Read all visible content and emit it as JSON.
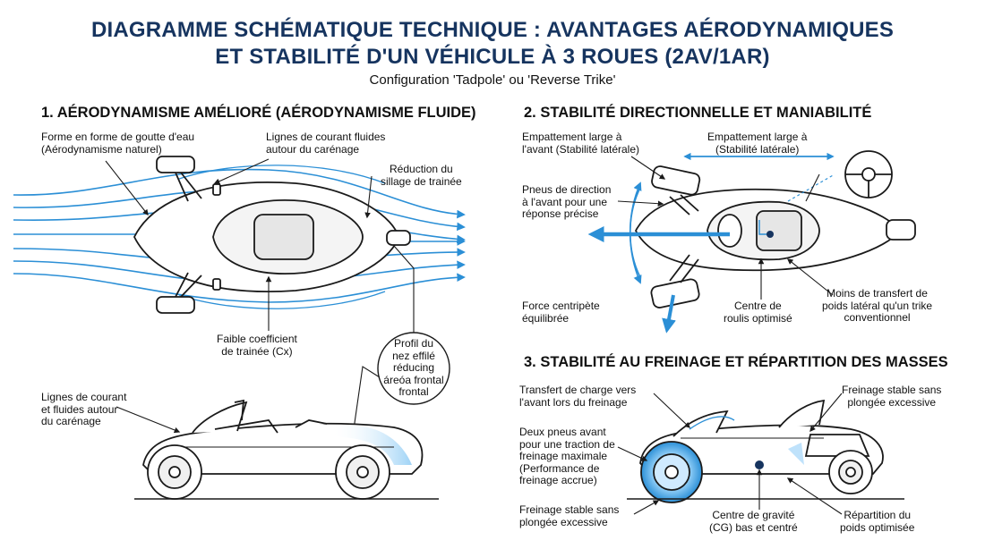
{
  "title_line1": "DIAGRAMME SCHÉMATIQUE TECHNIQUE : AVANTAGES AÉRODYNAMIQUES",
  "title_line2": "ET STABILITÉ D'UN VÉHICULE À 3 ROUES (2AV/1AR)",
  "subtitle": "Configuration 'Tadpole' ou 'Reverse Trike'",
  "section1": {
    "heading": "1. AÉRODYNAMISME AMÉLIORÉ (AÉRODYNAMISME FLUIDE)",
    "teardrop": [
      "Forme en forme de goutte d'eau",
      "(Aérodynamisme naturel)"
    ],
    "streamlines": [
      "Lignes de courant fluides",
      "autour du carénage"
    ],
    "wake": [
      "Réduction du",
      "sillage de trainée"
    ],
    "drag": [
      "Faible coefficient",
      "de trainée (Cx)"
    ],
    "nose": [
      "Profil du",
      "nez effilé",
      "réducing",
      "áreóa frontal",
      "frontal"
    ],
    "side_streamlines": [
      "Lignes de courant",
      "et fluides autour",
      "du carénage"
    ]
  },
  "section2": {
    "heading": "2. STABILITÉ DIRECTIONNELLE ET MANIABILITÉ",
    "wide_left": [
      "Empattement large à",
      "l'avant (Stabilité latérale)"
    ],
    "wide_top": [
      "Empattement large à",
      "(Stabilité latérale)"
    ],
    "steering": [
      "Pneus de direction",
      "à l'avant pour une",
      "réponse précise"
    ],
    "centripetal": [
      "Force centripète",
      "équilibrée"
    ],
    "roll": [
      "Centre de",
      "roulis optimisé"
    ],
    "weight": [
      "Moins de transfert de",
      "poids latéral qu'un trike",
      "conventionnel"
    ]
  },
  "section3": {
    "heading": "3. STABILITÉ AU FREINAGE ET RÉPARTITION DES MASSES",
    "load_transfer": [
      "Transfert de charge vers",
      "l'avant lors du freinage"
    ],
    "two_tires": [
      "Deux pneus avant",
      "pour une traction de",
      "freinage maximale",
      "(Performance de",
      "freinage accrue)"
    ],
    "stable_left": [
      "Freinage stable sans",
      "plongée excessive"
    ],
    "stable_right": [
      "Freinage stable sans",
      "plongée excessive"
    ],
    "cg": [
      "Centre de gravité",
      "(CG) bas et centré"
    ],
    "distribution": [
      "Répartition du",
      "poids optimisée"
    ]
  },
  "colors": {
    "title": "#16345f",
    "accent": "#2b8fd6",
    "line": "#1a1a1a",
    "highlight": "#bfe2fb"
  }
}
